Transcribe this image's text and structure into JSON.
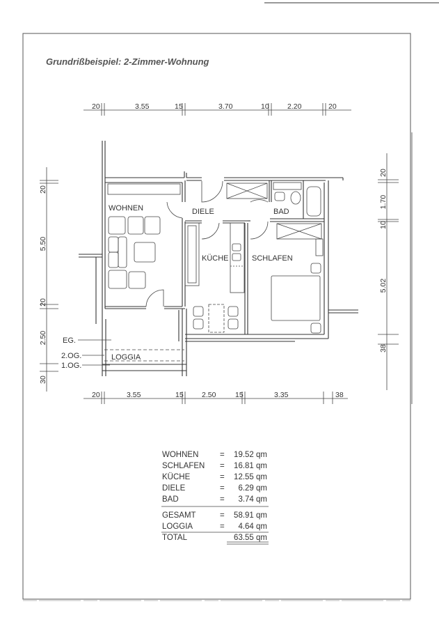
{
  "title": "Grundrißbeispiel: 2-Zimmer-Wohnung",
  "rooms": {
    "wohnen": "WOHNEN",
    "diele": "DIELE",
    "bad": "BAD",
    "kueche": "KÜCHE",
    "schlafen": "SCHLAFEN",
    "loggia": "LOGGIA"
  },
  "levels": [
    "EG.",
    "2.OG.",
    "1.OG."
  ],
  "dimensions": {
    "top": [
      "20",
      "3.55",
      "15",
      "3.70",
      "10",
      "2.20",
      "20"
    ],
    "bottom": [
      "20",
      "3.55",
      "15",
      "2.50",
      "15",
      "3.35",
      "38"
    ],
    "left": [
      "20",
      "5.50",
      "20",
      "2.50",
      "30"
    ],
    "right": [
      "20",
      "1.70",
      "10",
      "5.02",
      "38"
    ]
  },
  "areas": {
    "rows": [
      {
        "label": "WOHNEN",
        "eq": "=",
        "value": "19.52 qm"
      },
      {
        "label": "SCHLAFEN",
        "eq": "=",
        "value": "16.81 qm"
      },
      {
        "label": "KÜCHE",
        "eq": "=",
        "value": "12.55 qm"
      },
      {
        "label": "DIELE",
        "eq": "=",
        "value": "6.29 qm"
      },
      {
        "label": "BAD",
        "eq": "=",
        "value": "3.74 qm"
      }
    ],
    "gesamt": {
      "label": "GESAMT",
      "eq": "=",
      "value": "58.91 qm"
    },
    "loggia": {
      "label": "LOGGIA",
      "eq": "=",
      "value": "4.64 qm"
    },
    "total": {
      "label": "TOTAL",
      "value": "63.55 qm"
    }
  }
}
